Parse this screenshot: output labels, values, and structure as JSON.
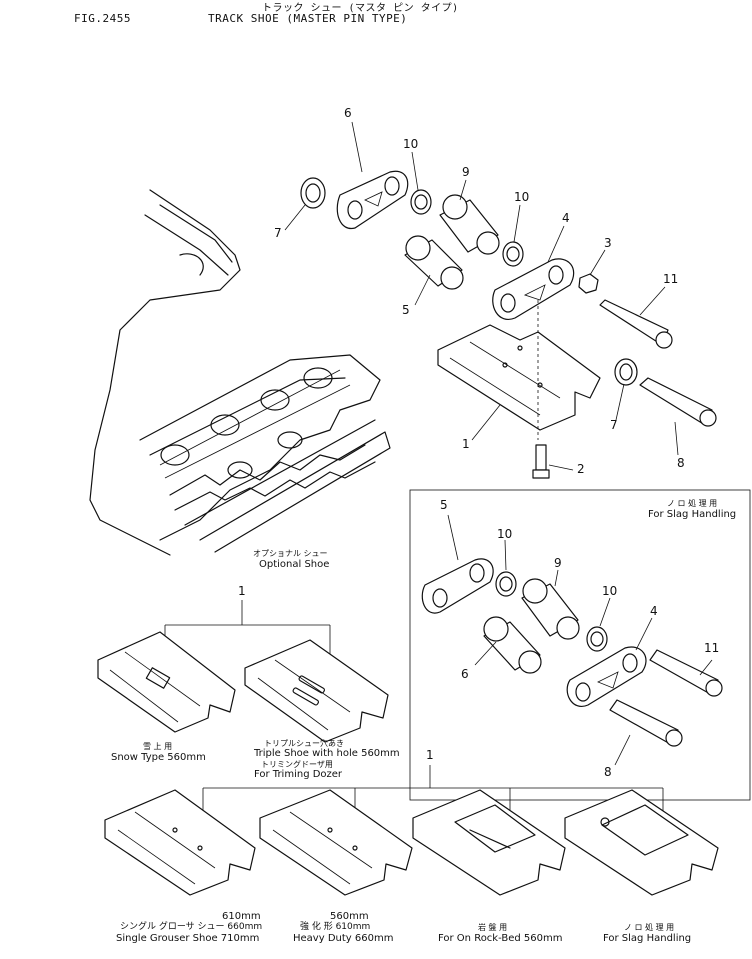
{
  "header": {
    "fig_no": "FIG.2455",
    "title_jp": "トラック シュー (マスタ ピン タイプ)",
    "title_en": "TRACK SHOE (MASTER PIN TYPE)"
  },
  "callouts": {
    "main": [
      "1",
      "2",
      "3",
      "4",
      "5",
      "6",
      "7",
      "7",
      "8",
      "9",
      "10",
      "10",
      "11"
    ],
    "inset": [
      "4",
      "5",
      "6",
      "8",
      "9",
      "10",
      "10",
      "11"
    ],
    "shoe_groups": [
      "1",
      "1"
    ]
  },
  "labels": {
    "optional_jp": "オプショナル シュー",
    "optional_en": "Optional Shoe",
    "inset_jp": "ノ ロ 処 理 用",
    "inset_en": "For Slag Handling",
    "snow_jp": "雪 上 用",
    "snow_en": "Snow Type 560mm",
    "triple_jp": "トリプルシュー穴あき",
    "triple_en": "Triple Shoe with hole 560mm",
    "triming_jp": "トリミングドーザ用",
    "triming_en": "For Triming Dozer",
    "single_size": "610mm",
    "single_jp": "シングル グローサ シュー 660mm",
    "single_en": "Single Grouser Shoe 710mm",
    "heavy_size": "560mm",
    "heavy_jp": "強 化 形 610mm",
    "heavy_en": "Heavy Duty 660mm",
    "rock_jp": "岩 盤 用",
    "rock_en": "For On Rock-Bed 560mm",
    "slag_jp": "ノ ロ 処 理 用",
    "slag_en": "For Slag Handling"
  }
}
